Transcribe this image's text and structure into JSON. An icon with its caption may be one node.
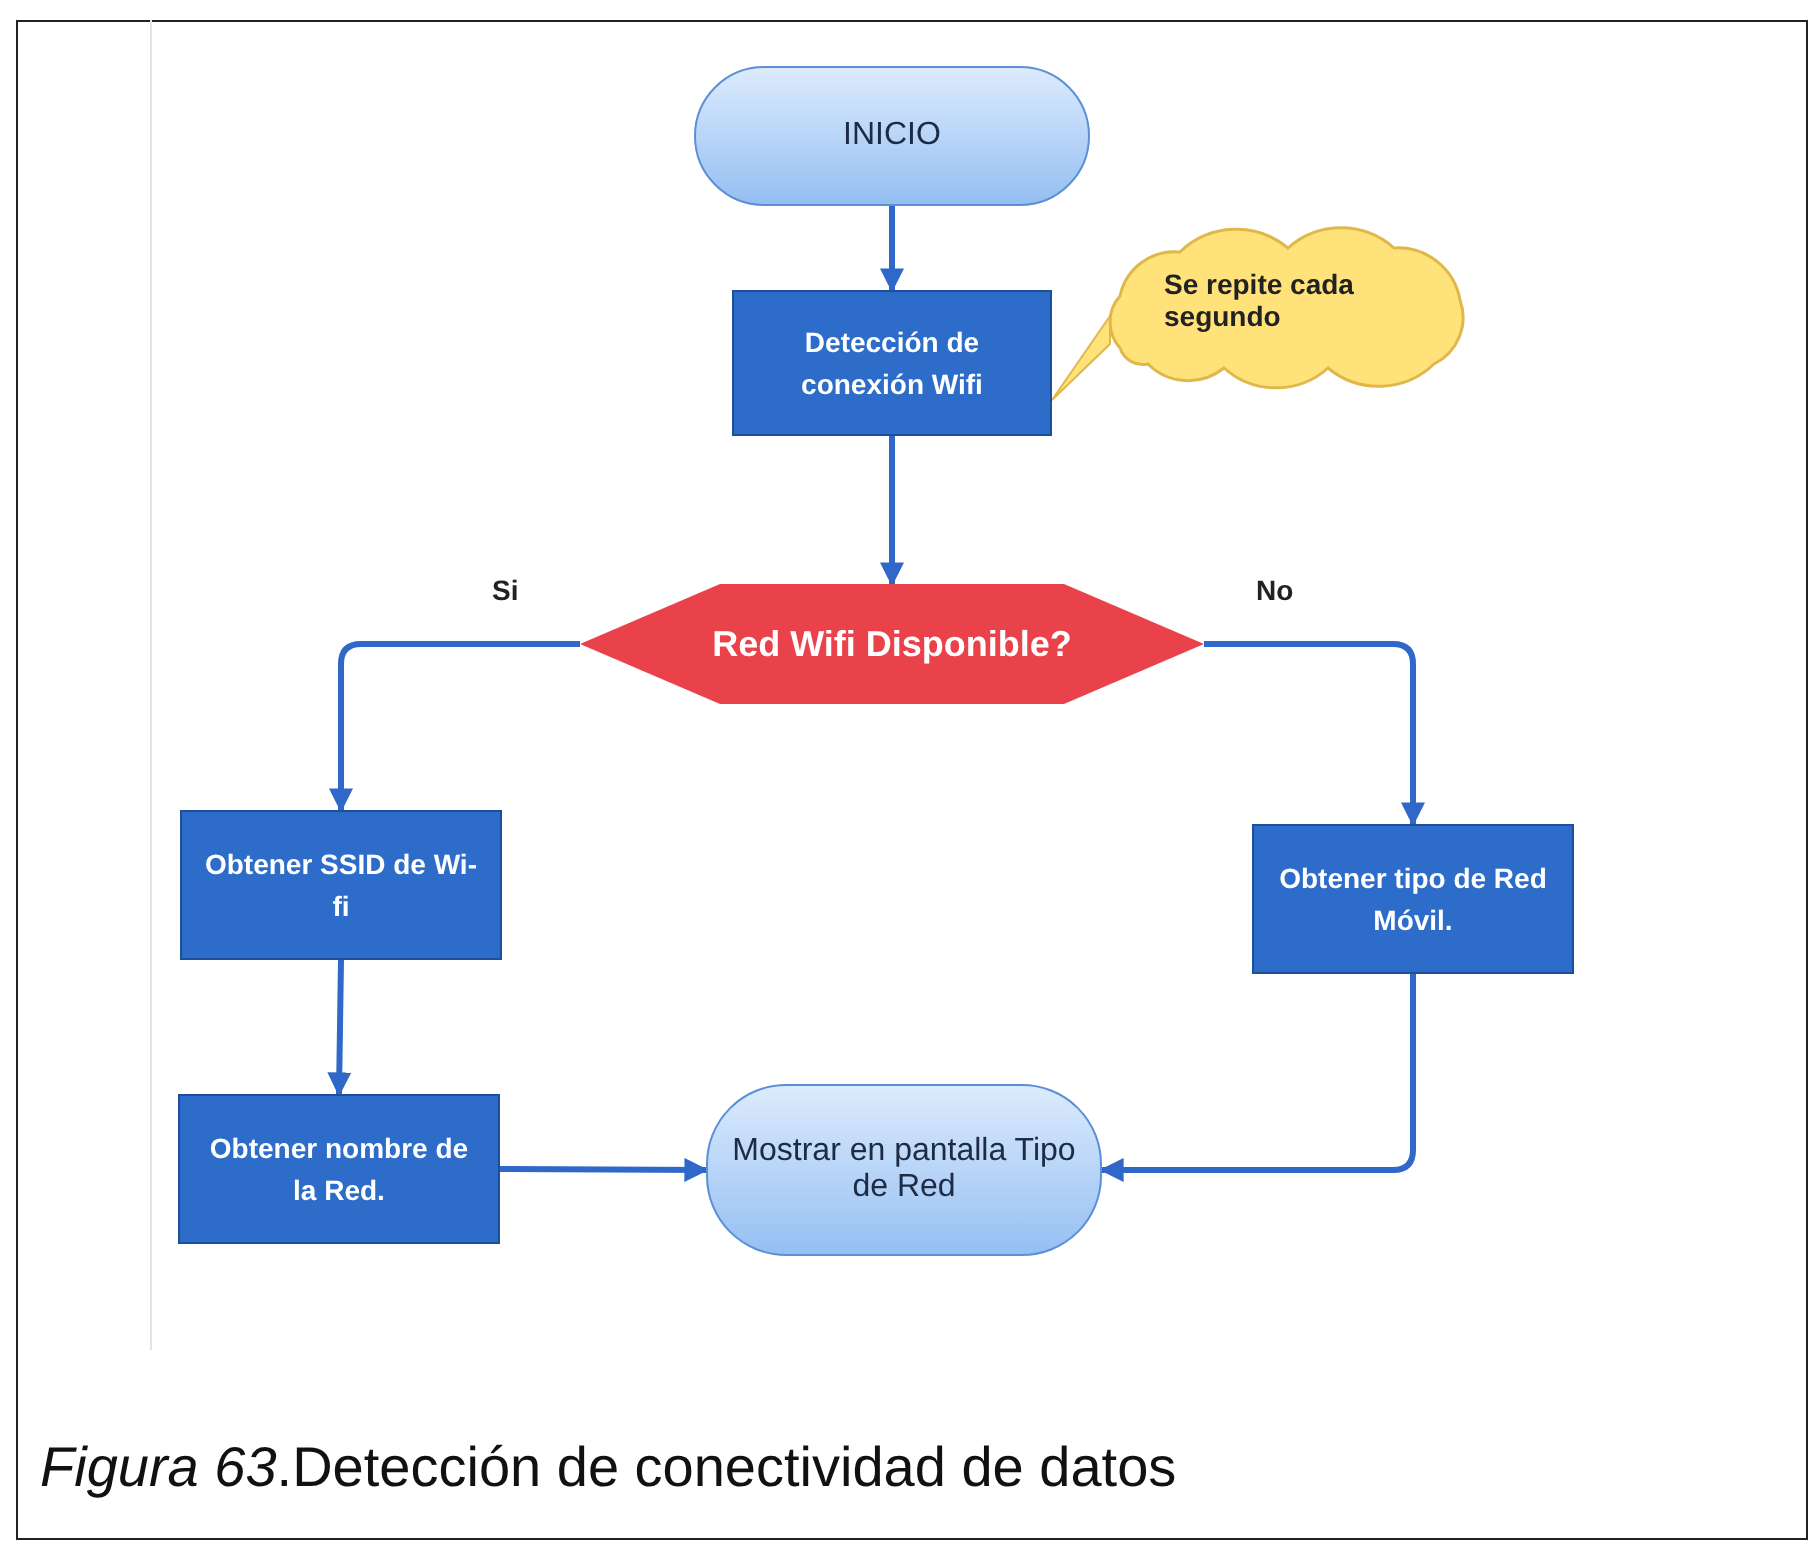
{
  "diagram": {
    "caption": "*Figura 63*.Detección de conectividad de datos",
    "nodes": [
      {
        "text": [
          "INICIO"
        ]
      },
      {
        "text": [
          "Detección de conexión Wifi"
        ]
      },
      {
        "text": [
          "Se repite cada segundo"
        ]
      },
      {
        "text": [
          "Red Wifi Disponible?"
        ]
      },
      {
        "text": [
          "Obtener SSID de Wi-fi"
        ]
      },
      {
        "text": [
          "Obtener tipo de Red Móvil."
        ]
      },
      {
        "text": [
          "Obtener nombre de la Red."
        ]
      },
      {
        "text": [
          "Mostrar en pantalla Tipo de Red"
        ]
      }
    ],
    "edges": [
      {
        "from": 0,
        "to": 1,
        "arrow": "to"
      },
      {
        "from": 1,
        "to": 3,
        "arrow": "to"
      },
      {
        "from": 2,
        "to": 1,
        "arrow": "none"
      },
      {
        "from": 3,
        "to": 4,
        "arrow": "to",
        "label": "Si"
      },
      {
        "from": 3,
        "to": 5,
        "arrow": "to",
        "label": "No"
      },
      {
        "from": 4,
        "to": 6,
        "arrow": "to"
      },
      {
        "from": 6,
        "to": 7,
        "arrow": "to"
      },
      {
        "from": 5,
        "to": 7,
        "arrow": "to"
      }
    ]
  }
}
